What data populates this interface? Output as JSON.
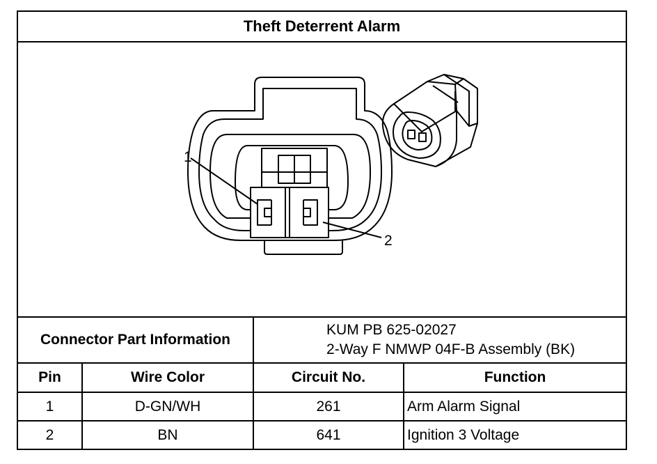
{
  "title": "Theft Deterrent Alarm",
  "diagram": {
    "pin_callouts": [
      "1",
      "2"
    ]
  },
  "connector_info": {
    "label": "Connector Part Information",
    "line1": "KUM PB 625-02027",
    "line2": "2-Way F NMWP 04F-B Assembly (BK)"
  },
  "table": {
    "headers": [
      "Pin",
      "Wire Color",
      "Circuit No.",
      "Function"
    ],
    "rows": [
      {
        "pin": "1",
        "wire_color": "D-GN/WH",
        "circuit": "261",
        "function": "Arm Alarm Signal"
      },
      {
        "pin": "2",
        "wire_color": "BN",
        "circuit": "641",
        "function": "Ignition 3 Voltage"
      }
    ]
  }
}
